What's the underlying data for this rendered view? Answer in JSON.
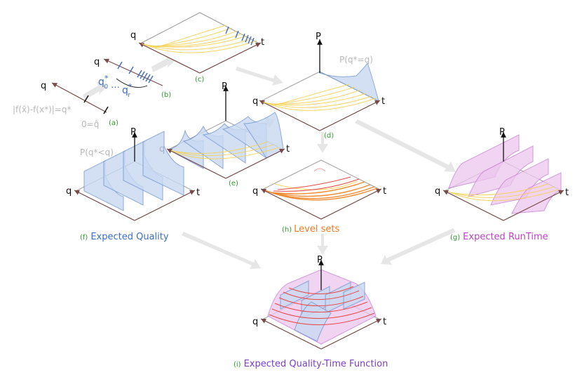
{
  "labels": {
    "q": "q",
    "t": "t",
    "P": "P",
    "q_star": "q*",
    "zero_eq": "0=q̂",
    "f_diff": "|f(x̂)-f(x*)|=q*",
    "q0": "q",
    "q0_sup": "*",
    "q0_sub": "0",
    "ellipsis": "…",
    "qr": "q",
    "qr_sup": "*",
    "qr_sub": "r",
    "p_eq": "P(q*=q)",
    "p_lt": "P(q*<q)"
  },
  "tags": {
    "a": "(a)",
    "b": "(b)",
    "c": "(c)",
    "d": "(d)",
    "e": "(e)",
    "f": "(f)",
    "g": "(g)",
    "h": "(h)",
    "i": "(i)"
  },
  "captions": {
    "expected_quality": "Expected Quality",
    "expected_runtime": "Expected RunTime",
    "level_sets": "Level sets",
    "expected_qt": "Expected Quality-Time Function"
  },
  "colors": {
    "blue": "#3b6fc4",
    "magenta": "#c040c8",
    "orange": "#f07a20",
    "purple": "#7a3fc8",
    "green_tag": "#2e9a2e"
  }
}
